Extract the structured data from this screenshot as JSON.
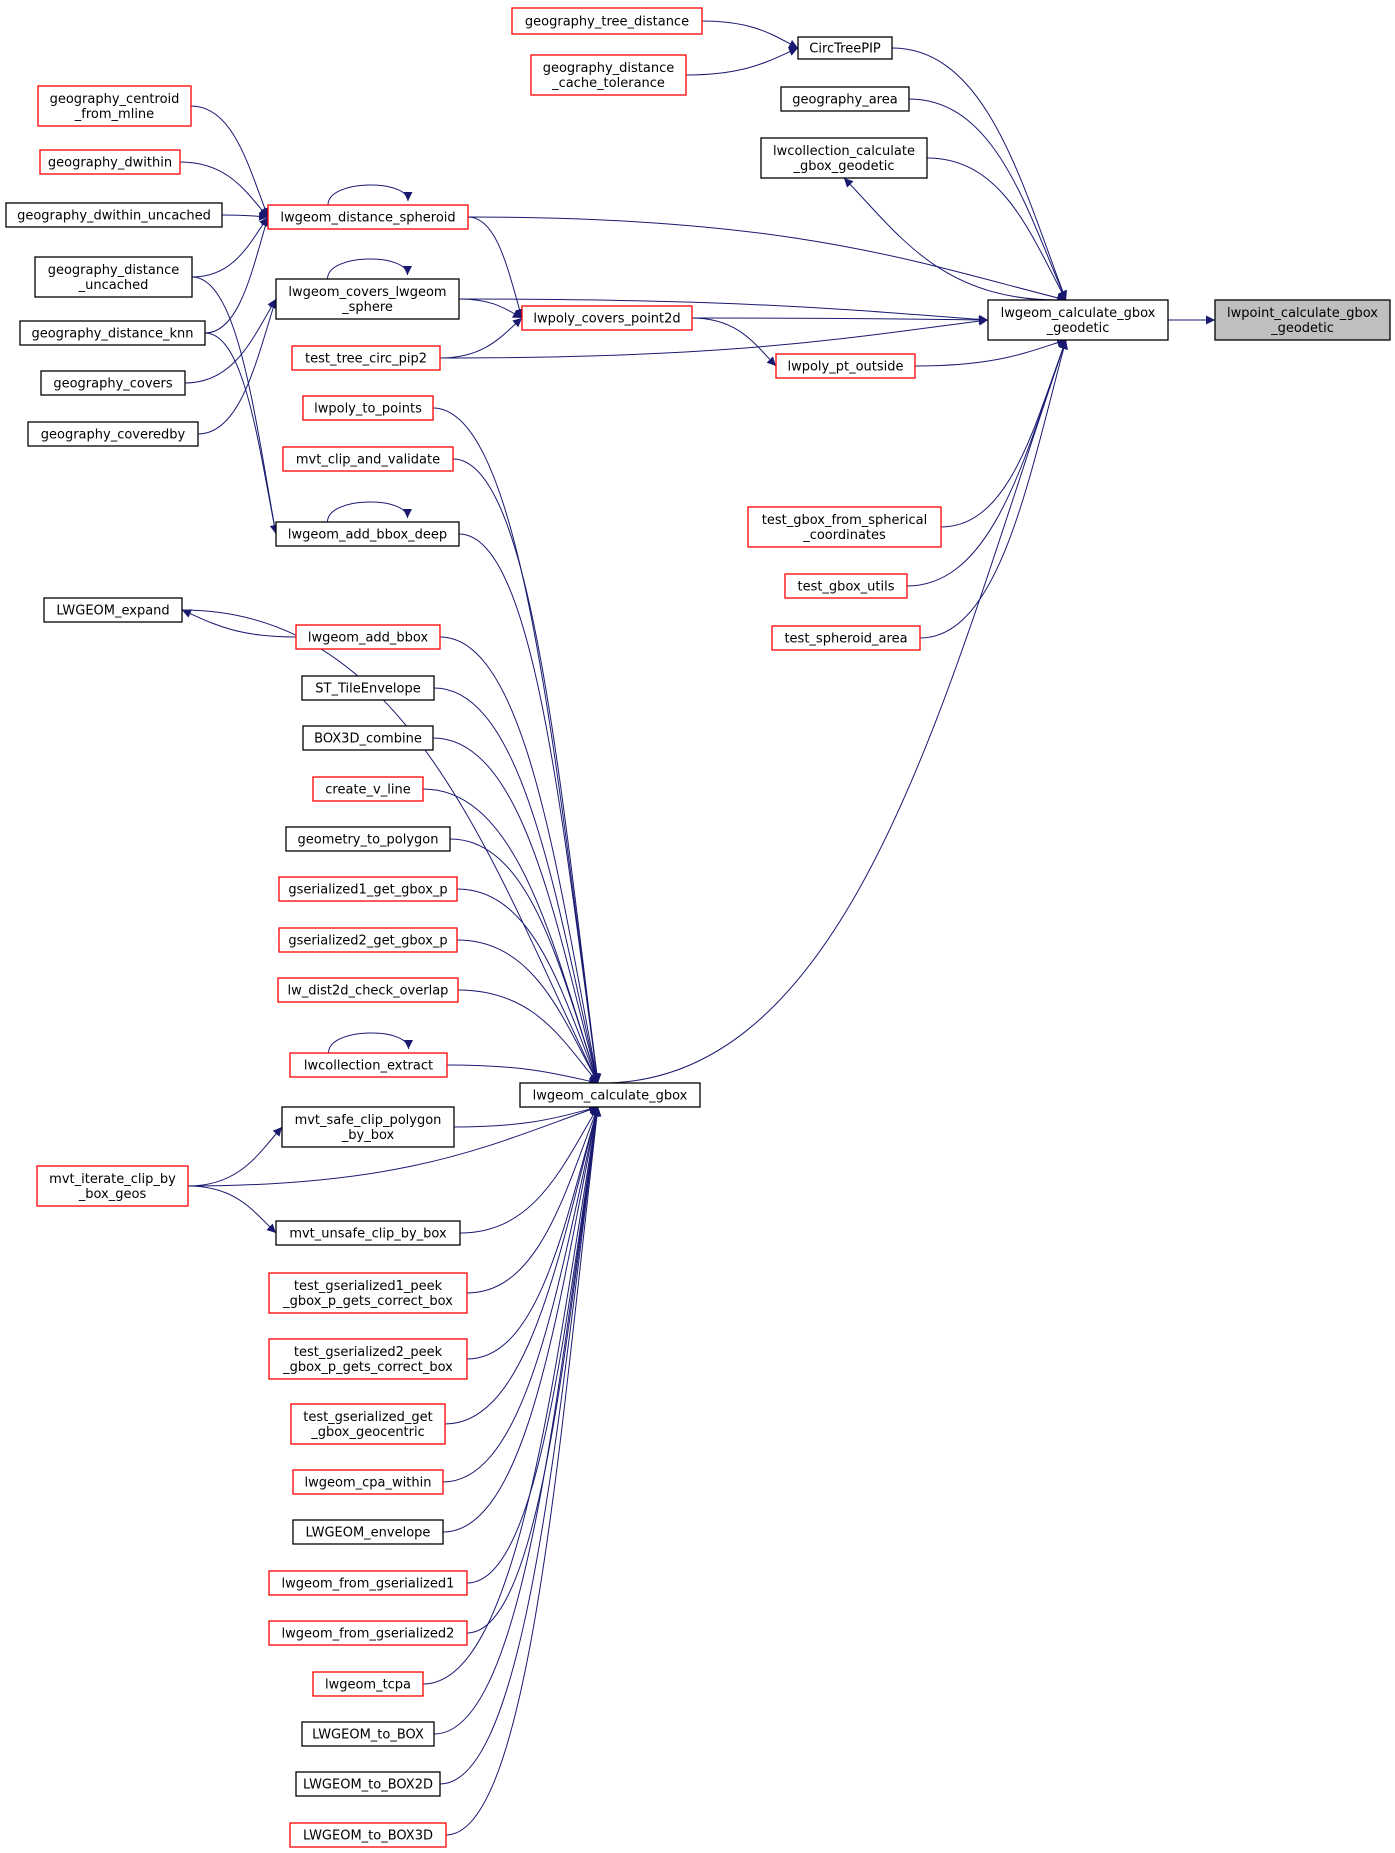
{
  "colors": {
    "edge": "#191970",
    "highlight_fill": "#bfbfbf",
    "documented_border": "#000000",
    "undocumented_border": "#ff0000",
    "node_fill": "#ffffff"
  },
  "nodes": [
    {
      "id": "target",
      "lines": [
        "lwpoint_calculate_gbox",
        "_geodetic"
      ],
      "style": "highlight"
    },
    {
      "id": "geodetic",
      "lines": [
        "lwgeom_calculate_gbox",
        "_geodetic"
      ],
      "style": "black"
    },
    {
      "id": "circtreepip",
      "lines": [
        "CircTreePIP"
      ],
      "style": "black"
    },
    {
      "id": "geo_tree_dist",
      "lines": [
        "geography_tree_distance"
      ],
      "style": "red"
    },
    {
      "id": "geo_dist_cache_tol",
      "lines": [
        "geography_distance",
        "_cache_tolerance"
      ],
      "style": "red"
    },
    {
      "id": "geo_area",
      "lines": [
        "geography_area"
      ],
      "style": "black"
    },
    {
      "id": "lwcoll_geodetic",
      "lines": [
        "lwcollection_calculate",
        "_gbox_geodetic"
      ],
      "style": "black"
    },
    {
      "id": "dist_spheroid",
      "lines": [
        "lwgeom_distance_spheroid"
      ],
      "style": "red"
    },
    {
      "id": "centroid_mline",
      "lines": [
        "geography_centroid",
        "_from_mline"
      ],
      "style": "red"
    },
    {
      "id": "geo_dwithin",
      "lines": [
        "geography_dwithin"
      ],
      "style": "red"
    },
    {
      "id": "geo_dwithin_unc",
      "lines": [
        "geography_dwithin_uncached"
      ],
      "style": "black"
    },
    {
      "id": "geo_dist_unc",
      "lines": [
        "geography_distance",
        "_uncached"
      ],
      "style": "black"
    },
    {
      "id": "geo_dist_knn",
      "lines": [
        "geography_distance_knn"
      ],
      "style": "black"
    },
    {
      "id": "geo_covers",
      "lines": [
        "geography_covers"
      ],
      "style": "black"
    },
    {
      "id": "geo_coveredby",
      "lines": [
        "geography_coveredby"
      ],
      "style": "black"
    },
    {
      "id": "covers_sphere",
      "lines": [
        "lwgeom_covers_lwgeom",
        "_sphere"
      ],
      "style": "black"
    },
    {
      "id": "covers_pt2d",
      "lines": [
        "lwpoly_covers_point2d"
      ],
      "style": "red"
    },
    {
      "id": "pt_outside",
      "lines": [
        "lwpoly_pt_outside"
      ],
      "style": "red"
    },
    {
      "id": "tree_circ_pip2",
      "lines": [
        "test_tree_circ_pip2"
      ],
      "style": "red"
    },
    {
      "id": "test_gbox_sph",
      "lines": [
        "test_gbox_from_spherical",
        "_coordinates"
      ],
      "style": "red"
    },
    {
      "id": "test_gbox_utils",
      "lines": [
        "test_gbox_utils"
      ],
      "style": "red"
    },
    {
      "id": "test_spheroid_area",
      "lines": [
        "test_spheroid_area"
      ],
      "style": "red"
    },
    {
      "id": "poly_to_points",
      "lines": [
        "lwpoly_to_points"
      ],
      "style": "red"
    },
    {
      "id": "mvt_clip_validate",
      "lines": [
        "mvt_clip_and_validate"
      ],
      "style": "red"
    },
    {
      "id": "add_bbox_deep",
      "lines": [
        "lwgeom_add_bbox_deep"
      ],
      "style": "black"
    },
    {
      "id": "lwgeom_expand",
      "lines": [
        "LWGEOM_expand"
      ],
      "style": "black"
    },
    {
      "id": "add_bbox",
      "lines": [
        "lwgeom_add_bbox"
      ],
      "style": "red"
    },
    {
      "id": "tile_envelope",
      "lines": [
        "ST_TileEnvelope"
      ],
      "style": "black"
    },
    {
      "id": "box3d_combine",
      "lines": [
        "BOX3D_combine"
      ],
      "style": "black"
    },
    {
      "id": "create_v_line",
      "lines": [
        "create_v_line"
      ],
      "style": "red"
    },
    {
      "id": "geom_to_polygon",
      "lines": [
        "geometry_to_polygon"
      ],
      "style": "black"
    },
    {
      "id": "gs1_gbox_p",
      "lines": [
        "gserialized1_get_gbox_p"
      ],
      "style": "red"
    },
    {
      "id": "gs2_gbox_p",
      "lines": [
        "gserialized2_get_gbox_p"
      ],
      "style": "red"
    },
    {
      "id": "dist2d_overlap",
      "lines": [
        "lw_dist2d_check_overlap"
      ],
      "style": "red"
    },
    {
      "id": "coll_extract",
      "lines": [
        "lwcollection_extract"
      ],
      "style": "red"
    },
    {
      "id": "calc_gbox",
      "lines": [
        "lwgeom_calculate_gbox"
      ],
      "style": "black"
    },
    {
      "id": "mvt_safe_clip",
      "lines": [
        "mvt_safe_clip_polygon",
        "_by_box"
      ],
      "style": "black"
    },
    {
      "id": "mvt_iterate",
      "lines": [
        "mvt_iterate_clip_by",
        "_box_geos"
      ],
      "style": "red"
    },
    {
      "id": "mvt_unsafe_clip",
      "lines": [
        "mvt_unsafe_clip_by_box"
      ],
      "style": "black"
    },
    {
      "id": "test_gs1_peek",
      "lines": [
        "test_gserialized1_peek",
        "_gbox_p_gets_correct_box"
      ],
      "style": "red"
    },
    {
      "id": "test_gs2_peek",
      "lines": [
        "test_gserialized2_peek",
        "_gbox_p_gets_correct_box"
      ],
      "style": "red"
    },
    {
      "id": "test_gs_geocentric",
      "lines": [
        "test_gserialized_get",
        "_gbox_geocentric"
      ],
      "style": "red"
    },
    {
      "id": "cpa_within",
      "lines": [
        "lwgeom_cpa_within"
      ],
      "style": "red"
    },
    {
      "id": "lwgeom_envelope",
      "lines": [
        "LWGEOM_envelope"
      ],
      "style": "black"
    },
    {
      "id": "from_gs1",
      "lines": [
        "lwgeom_from_gserialized1"
      ],
      "style": "red"
    },
    {
      "id": "from_gs2",
      "lines": [
        "lwgeom_from_gserialized2"
      ],
      "style": "red"
    },
    {
      "id": "tcpa",
      "lines": [
        "lwgeom_tcpa"
      ],
      "style": "red"
    },
    {
      "id": "to_box",
      "lines": [
        "LWGEOM_to_BOX"
      ],
      "style": "black"
    },
    {
      "id": "to_box2d",
      "lines": [
        "LWGEOM_to_BOX2D"
      ],
      "style": "black"
    },
    {
      "id": "to_box3d",
      "lines": [
        "LWGEOM_to_BOX3D"
      ],
      "style": "red"
    }
  ],
  "edges": [
    [
      "geodetic",
      "target"
    ],
    [
      "circtreepip",
      "geodetic"
    ],
    [
      "geo_area",
      "geodetic"
    ],
    [
      "lwcoll_geodetic",
      "geodetic"
    ],
    [
      "geodetic",
      "lwcoll_geodetic"
    ],
    [
      "dist_spheroid",
      "geodetic"
    ],
    [
      "covers_sphere",
      "geodetic"
    ],
    [
      "covers_pt2d",
      "geodetic"
    ],
    [
      "pt_outside",
      "geodetic"
    ],
    [
      "tree_circ_pip2",
      "geodetic"
    ],
    [
      "calc_gbox",
      "geodetic"
    ],
    [
      "test_gbox_sph",
      "geodetic"
    ],
    [
      "test_gbox_utils",
      "geodetic"
    ],
    [
      "test_spheroid_area",
      "geodetic"
    ],
    [
      "geo_tree_dist",
      "circtreepip"
    ],
    [
      "geo_dist_cache_tol",
      "circtreepip"
    ],
    [
      "centroid_mline",
      "dist_spheroid"
    ],
    [
      "geo_dwithin",
      "dist_spheroid"
    ],
    [
      "dist_spheroid",
      "dist_spheroid"
    ],
    [
      "geo_dwithin_unc",
      "dist_spheroid"
    ],
    [
      "geo_dist_unc",
      "dist_spheroid"
    ],
    [
      "geo_dist_knn",
      "dist_spheroid"
    ],
    [
      "dist_spheroid",
      "covers_pt2d"
    ],
    [
      "covers_sphere",
      "covers_sphere"
    ],
    [
      "geo_covers",
      "covers_sphere"
    ],
    [
      "geo_coveredby",
      "covers_sphere"
    ],
    [
      "covers_sphere",
      "covers_pt2d"
    ],
    [
      "tree_circ_pip2",
      "covers_pt2d"
    ],
    [
      "covers_pt2d",
      "pt_outside"
    ],
    [
      "geo_dist_unc",
      "add_bbox_deep"
    ],
    [
      "geo_dist_knn",
      "add_bbox_deep"
    ],
    [
      "add_bbox_deep",
      "add_bbox_deep"
    ],
    [
      "add_bbox",
      "lwgeom_expand"
    ],
    [
      "poly_to_points",
      "calc_gbox"
    ],
    [
      "mvt_clip_validate",
      "calc_gbox"
    ],
    [
      "add_bbox_deep",
      "calc_gbox"
    ],
    [
      "lwgeom_expand",
      "calc_gbox"
    ],
    [
      "add_bbox",
      "calc_gbox"
    ],
    [
      "tile_envelope",
      "calc_gbox"
    ],
    [
      "box3d_combine",
      "calc_gbox"
    ],
    [
      "create_v_line",
      "calc_gbox"
    ],
    [
      "geom_to_polygon",
      "calc_gbox"
    ],
    [
      "gs1_gbox_p",
      "calc_gbox"
    ],
    [
      "gs2_gbox_p",
      "calc_gbox"
    ],
    [
      "dist2d_overlap",
      "calc_gbox"
    ],
    [
      "coll_extract",
      "coll_extract"
    ],
    [
      "coll_extract",
      "calc_gbox"
    ],
    [
      "mvt_safe_clip",
      "calc_gbox"
    ],
    [
      "mvt_iterate",
      "calc_gbox"
    ],
    [
      "mvt_iterate",
      "mvt_safe_clip"
    ],
    [
      "mvt_iterate",
      "mvt_unsafe_clip"
    ],
    [
      "mvt_unsafe_clip",
      "calc_gbox"
    ],
    [
      "test_gs1_peek",
      "calc_gbox"
    ],
    [
      "test_gs2_peek",
      "calc_gbox"
    ],
    [
      "test_gs_geocentric",
      "calc_gbox"
    ],
    [
      "cpa_within",
      "calc_gbox"
    ],
    [
      "lwgeom_envelope",
      "calc_gbox"
    ],
    [
      "from_gs1",
      "calc_gbox"
    ],
    [
      "from_gs2",
      "calc_gbox"
    ],
    [
      "tcpa",
      "calc_gbox"
    ],
    [
      "to_box",
      "calc_gbox"
    ],
    [
      "to_box2d",
      "calc_gbox"
    ],
    [
      "to_box3d",
      "calc_gbox"
    ]
  ]
}
